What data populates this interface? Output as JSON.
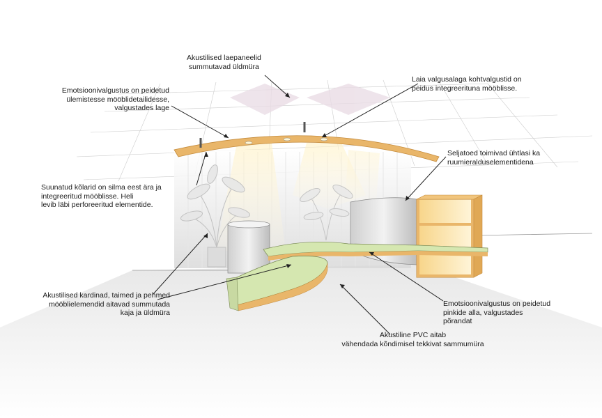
{
  "labels": {
    "ceiling_panels": [
      "Akustilised laepaneelid",
      "summutavad üldmüra"
    ],
    "spotlights": [
      "Laia valgusalaga kohtvalgustid on",
      "peidus integreerituna mööblisse."
    ],
    "emotion_light_top": [
      "Emotsioonivalgustus on peidetud",
      "ülemistesse mööblidetailidesse,",
      "valgustades lage"
    ],
    "backrest": [
      "Seljatoed toimivad ühtlasi ka",
      "ruumieralduselementidena"
    ],
    "speakers": [
      "Suunatud kõlarid on silma eest ära ja",
      "integreeritud mööblisse. Heli",
      "levib läbi perforeeritud elementide."
    ],
    "curtains": [
      "Akustilised kardinad, taimed ja pehmed",
      "mööblielemendid aitavad summutada",
      "kaja ja üldmüra"
    ],
    "emotion_light_bench": [
      "Emotsioonivalgustus on peidetud",
      "pinkide alla, valgustades",
      "põrandat"
    ],
    "pvc_floor": [
      "Akustiline PVC aitab",
      "vähendada kõndimisel tekkivat sammumüra"
    ]
  },
  "colors": {
    "wood": "#e9b66a",
    "light_glow": "#fbe9b0",
    "green_bench": "#d5e7b0",
    "pink_glow": "#eadde6",
    "line": "#222222"
  }
}
